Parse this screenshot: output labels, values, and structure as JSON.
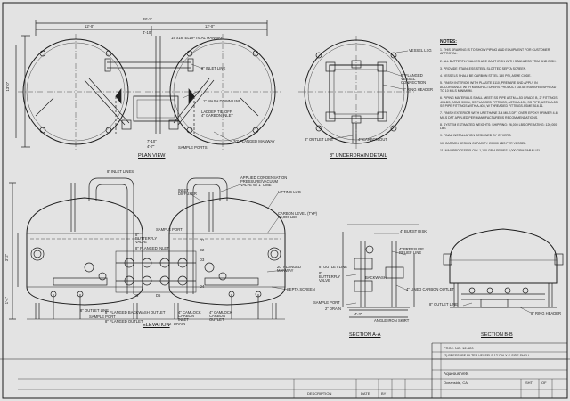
{
  "views": {
    "plan_title": "PLAN VIEW",
    "underdrain_title": "8\" UNDERDRAIN DETAIL",
    "elevation_title": "ELEVATION",
    "section_aa_title": "SECTION A-A",
    "section_bb_title": "SECTION B-B"
  },
  "plan": {
    "dim_overall": "28'-1\"",
    "dim_left": "12'-0\"",
    "dim_right": "12'-0\"",
    "dim_center": "4'-10\"",
    "dim_height": "13'-0\"",
    "manway": "14\"x18\" ELLIPTICAL MANWAY",
    "inlet": "8\" INLET LINE",
    "ladder": "LADDER TIE-OFF",
    "washdown": "1\" WASH DOWN LINE",
    "carbon_inlet": "4\" CARBON INLET",
    "sample_ports": "SAMPLE PORTS",
    "flanged_manway": "20\" FLANGED MANWAY",
    "dim_small": "7'-10\"",
    "dim_small2": "4'-7\""
  },
  "underdrain": {
    "vessel_leg": "VESSEL LEG",
    "flanged_conn": "8\" FLANGED VESSEL CONNECTION",
    "ring_header": "8\" RING HEADER",
    "outlet": "8\" OUTLET LINE",
    "carbon_out": "4\" CARBON OUT"
  },
  "elevation": {
    "inlet_lines": "8\" INLET LINES",
    "vapor": "APPLIED CONDENSATION PRESSURE/VACUUM VALVE W/ 1\" LINE",
    "inlet_diffuser": "INLET DIFFUSER",
    "lifting_lug": "LIFTING LUG",
    "carbon_level": "CARBON LEVEL (TYP) 20,000 LBS",
    "sample_port": "SAMPLE PORT",
    "butterfly": "8\" BUTTERFLY VALVE",
    "flanged_inlet": "8\" FLANGED INLET",
    "flanged_manway": "20\" FLANGED MANWAY",
    "septa": "SEPTA SCREEN",
    "dim_32": "3'-2\"",
    "dim_14": "1'-4\"",
    "outlet": "8\" OUTLET LINE",
    "sample_port2": "SAMPLE PORT",
    "flanged_outlet": "8\" FLANGED OUTLET",
    "backwash": "8\" FLANGED BACKWASH OUTLET",
    "drain": "2\" DRAIN",
    "carbon_inlet": "4\" CAMLOCK CARBON INLET",
    "carbon_outlet": "4\" CAMLOCK CARBON OUTLET",
    "d1": "D1",
    "d2": "D2",
    "d3": "D3",
    "d4": "D4",
    "d5": "D5",
    "d6": "D6"
  },
  "section_aa": {
    "burst_disk": "4\" BURST DISK",
    "relief": "4\" PRESSURE RELIEF LINE",
    "butterfly": "8\" BUTTERFLY VALVE",
    "backwash": "BACKWASH",
    "carbon_outlet": "4\" LINED CARBON OUTLET",
    "sample_port": "SAMPLE PORT",
    "drain": "2\" DRAIN",
    "angle_iron": "ANGLE IRON SKIRT",
    "dim": "4'-3\"",
    "outlet": "8\" OUTLET LINE"
  },
  "section_bb": {
    "ring_header": "8\" RING HEADER",
    "outlet": "8\" OUTLET LINE"
  },
  "notes": {
    "title": "NOTES:",
    "items": [
      "1. THIS DRAWING IS TO SHOW PIPING AND EQUIPMENT FOR CUSTOMER APPROVAL.",
      "2. ALL BUTTERFLY VALVES ARE CAST IRON WITH STAINLESS TRIM AND DISK.",
      "3. PROVIDE STAINLESS STEEL SLOTTED SEPTA SCREEN.",
      "4. VESSELS SHALL BE CARBON STEEL 150 PSI, ASME CODE.",
      "5. FINISH INTERIOR WITH PLASITE 4110, PREPARE AND APPLY IN ACCORDANCE WITH MANUFACTURERS PRODUCT DATA TRANSFER/SPREAD TO 10 MILS MINIMUM.",
      "6. PIPING MATERIALS SHALL MEET: SS PIPE ASTM A-53 GRADE B, 2\" FITTINGS 40 LBS, ASME 3000#, SS FLANGED FITTINGS, ASTM A-105, SS PIPE, ASTM A-53, SS PIPE FITTINGS WITH A-403, W THREADED FITTINGS ASME B16.11.",
      "7. FINISH EXTERIOR WITH URETHANE 3-4 MILS DFT OVER EPOXY PRIMER 4-6 MILS DFT APPLIED PER MANUFACTURERS RECOMMENDATIONS.",
      "8. SYSTEM ESTIMATED WEIGHTS: SHIPPING: 26,000 LBS OPERATING: 120,000 LBS",
      "9. FINAL INSTALLATION DESIGNED BY OTHERS.",
      "10. CARBON DESIGN CAPACITY: 20,000 LBS PER VESSEL.",
      "11. MAX PROCESS FLOW: 1,100 GPM SERIES 2,000 GPM PARALLEL"
    ]
  },
  "title_block": {
    "project": "PROJ. NO. 12-520",
    "description": "(2) PRESSURE FILTER VESSELS 12' DIA X 8' SIDE SHELL",
    "company": "Aqueous Vets",
    "location": "Oceanside, CA",
    "rev_header": "DESCRIPTION",
    "date_label": "DATE",
    "by_label": "BY",
    "sheet": "SHT",
    "of": "OF"
  },
  "colors": {
    "background": "#e3e3e3",
    "ink": "#1e1e1e"
  }
}
